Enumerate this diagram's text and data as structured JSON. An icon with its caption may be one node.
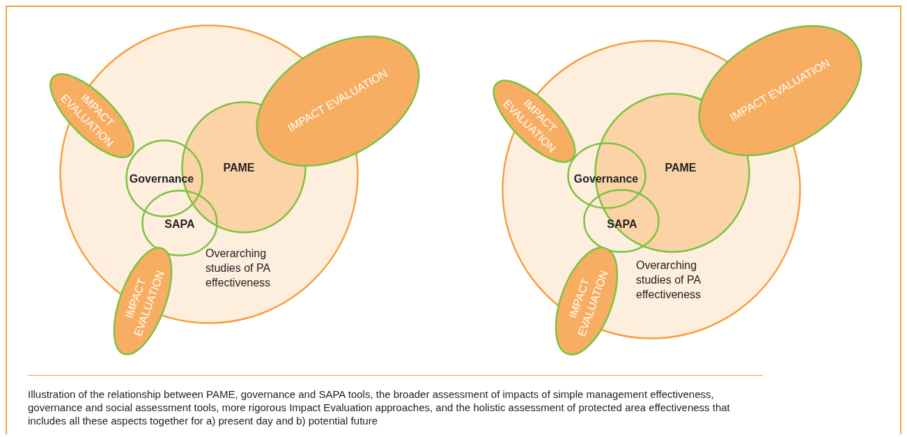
{
  "diagram": {
    "caption": "Illustration of the relationship between PAME, governance and SAPA tools, the broader assessment of impacts of simple management effectiveness, governance and social assessment tools, more rigorous Impact Evaluation approaches, and the holistic assessment of protected area effectiveness that includes all these aspects together for a) present day and b) potential future",
    "nodes": [
      {
        "text": [
          "Overarching studies of PA effectiveness"
        ]
      },
      {
        "text": [
          "IMPACT EVALUATION"
        ]
      },
      {
        "text": [
          "PAME"
        ],
        "in": 0
      },
      {
        "text": [
          "Governance"
        ],
        "in": 0
      },
      {
        "text": [
          "SAPA"
        ],
        "in": 0
      },
      {
        "text": [
          "IMPACT EVALUATION"
        ]
      },
      {
        "text": [
          "IMPACT EVALUATION"
        ]
      },
      {
        "text": [
          "Overarching studies of PA effectiveness"
        ]
      },
      {
        "text": [
          "IMPACT EVALUATION"
        ]
      },
      {
        "text": [
          "PAME"
        ],
        "in": 7
      },
      {
        "text": [
          "Governance"
        ],
        "in": 7
      },
      {
        "text": [
          "SAPA"
        ],
        "in": 7
      },
      {
        "text": [
          "IMPACT EVALUATION"
        ]
      },
      {
        "text": [
          "IMPACT EVALUATION"
        ]
      }
    ],
    "edges": []
  }
}
